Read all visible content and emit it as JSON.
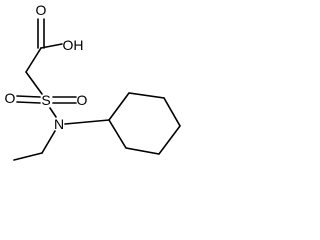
{
  "molecule": {
    "atoms": {
      "carboxyl_oxygen": "O",
      "hydroxyl": "OH",
      "sulfur": "S",
      "sulfonyl_oxygen_left": "O",
      "sulfonyl_oxygen_right": "O",
      "nitrogen": "N"
    },
    "colors": {
      "bond": "#000000",
      "label": "#000000",
      "background": "#ffffff"
    }
  }
}
